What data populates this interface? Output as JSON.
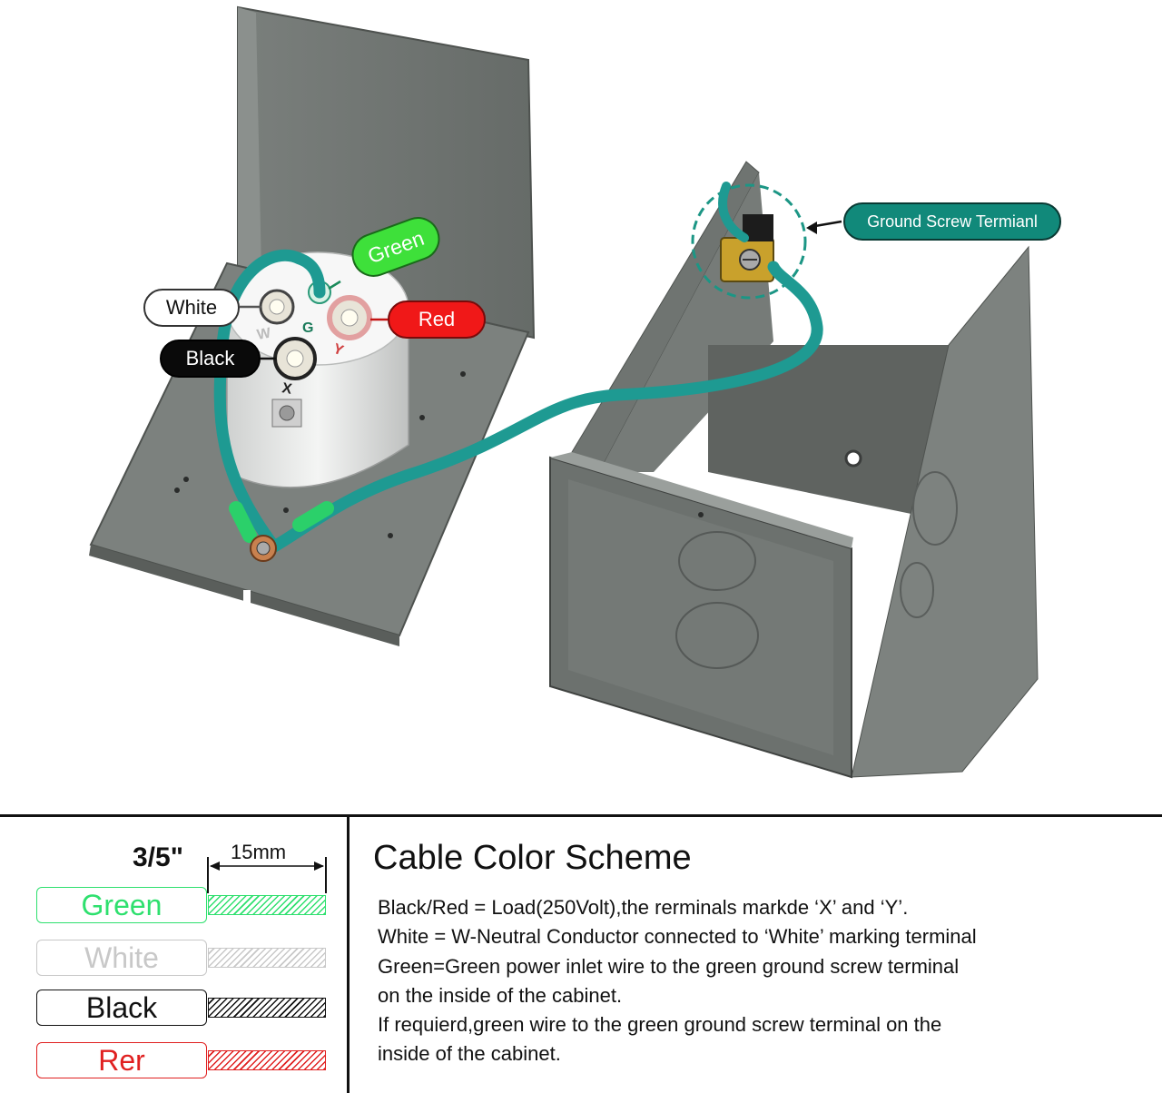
{
  "callouts": {
    "green": "Green",
    "white": "White",
    "red": "Red",
    "black": "Black",
    "ground_screw": "Ground Screw Termianl"
  },
  "terminal_marks": {
    "w": "W",
    "g": "G",
    "y": "Y",
    "x": "X"
  },
  "strip_guide": {
    "fraction": "3/5\"",
    "length": "15mm",
    "wires": [
      {
        "label": "Green",
        "color": "#2ee06e"
      },
      {
        "label": "White",
        "color": "#c8c8c8"
      },
      {
        "label": "Black",
        "color": "#111111"
      },
      {
        "label": "Rer",
        "color": "#e02020"
      }
    ]
  },
  "scheme": {
    "title": "Cable Color Scheme",
    "lines": [
      "Black/Red = Load(250Volt),the rerminals markde  ‘X’ and ‘Y’.",
      "White = W-Neutral Conductor connected to ‘White’ marking terminal",
      "Green=Green power inlet wire to the green ground screw terminal",
      "on the inside of the cabinet.",
      "If requierd,green wire to the green ground screw terminal on the",
      "inside of the cabinet."
    ]
  },
  "colors": {
    "box_gray": "#6e7370",
    "wire_teal": "#1e9a92",
    "callout_green": "#3ee03a",
    "callout_red": "#f01818",
    "callout_teal": "#11897a",
    "callout_black": "#0a0a0a"
  }
}
